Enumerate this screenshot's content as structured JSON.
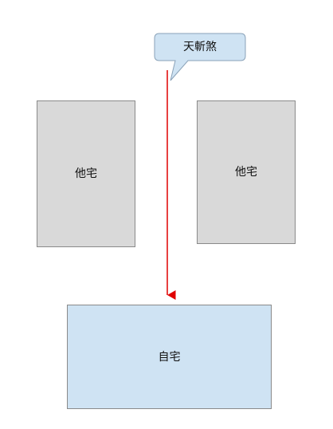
{
  "diagram": {
    "callout": {
      "label": "天斬煞",
      "fill": "#cfe3f3",
      "stroke": "#8aa2b8"
    },
    "arrow": {
      "color": "#e00000"
    },
    "boxes": {
      "other_left": {
        "label": "他宅",
        "fill": "#d9d9d9",
        "stroke": "#8a8a8a"
      },
      "other_right": {
        "label": "他宅",
        "fill": "#d9d9d9",
        "stroke": "#8a8a8a"
      },
      "home": {
        "label": "自宅",
        "fill": "#cfe3f3",
        "stroke": "#8a8a8a"
      }
    }
  }
}
